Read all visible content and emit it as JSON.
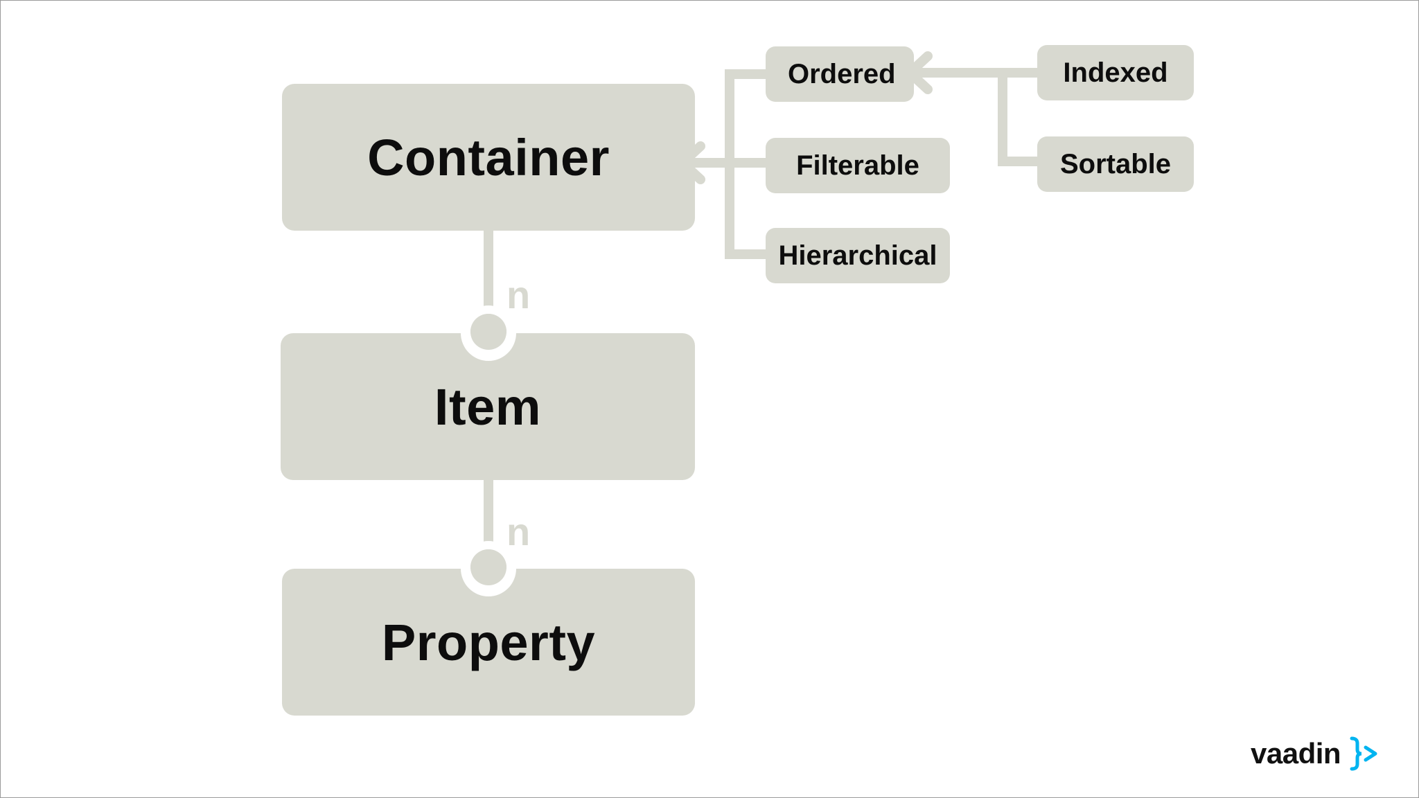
{
  "diagram": {
    "nodes": {
      "container": "Container",
      "item": "Item",
      "property": "Property",
      "ordered": "Ordered",
      "filterable": "Filterable",
      "hierarchical": "Hierarchical",
      "indexed": "Indexed",
      "sortable": "Sortable"
    },
    "multiplicity": {
      "container_item": "n",
      "item_property": "n"
    }
  },
  "branding": {
    "logo_text": "vaadin",
    "logo_accent_color": "#00b4f0"
  },
  "colors": {
    "node_fill": "#d8d9d0",
    "text": "#0d0d0d",
    "background": "#ffffff"
  }
}
